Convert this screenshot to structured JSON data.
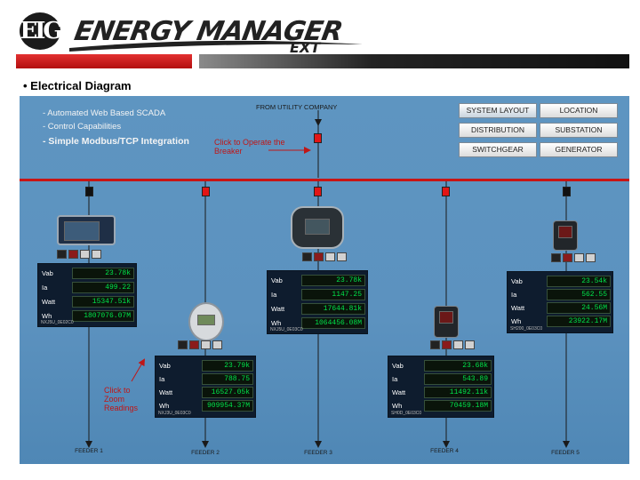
{
  "header": {
    "logo_mark": "EIG",
    "logo_word": "ENERGY MANAGER",
    "logo_sub": "EXT",
    "section_title": "• Electrical Diagram"
  },
  "features": [
    "- Automated Web Based SCADA",
    "- Control Capabilities",
    "- Simple Modbus/TCP Integration"
  ],
  "utility_label": "FROM UTILITY COMPANY",
  "hints": {
    "breaker": "Click to Operate the Breaker",
    "zoom": "Click to Zoom Readings"
  },
  "nav": [
    {
      "label": "SYSTEM LAYOUT",
      "active": true
    },
    {
      "label": "LOCATION"
    },
    {
      "label": "DISTRIBUTION"
    },
    {
      "label": "SUBSTATION"
    },
    {
      "label": "SWITCHGEAR"
    },
    {
      "label": "GENERATOR"
    }
  ],
  "row_labels": [
    "Vab",
    "Ia",
    "Watt",
    "Wh"
  ],
  "meters": [
    {
      "id": "m1",
      "footer": "NXJ5U_0E02C0",
      "values": [
        "23.78k",
        "499.22",
        "15347.51k",
        "1807076.07M"
      ]
    },
    {
      "id": "m2",
      "footer": "NXJ3U_0E03C0",
      "values": [
        "23.79k",
        "788.75",
        "16527.05k",
        "909954.37M"
      ]
    },
    {
      "id": "m3",
      "footer": "NXJ5U_0E03C0",
      "values": [
        "23.78k",
        "1147.25",
        "17644.81k",
        "1064456.08M"
      ]
    },
    {
      "id": "m4",
      "footer": "SH0D_0E03C0",
      "values": [
        "23.68k",
        "543.89",
        "11492.11k",
        "70459.18M"
      ]
    },
    {
      "id": "m5",
      "footer": "SH200_0E03C0",
      "values": [
        "23.54k",
        "562.55",
        "24.56M",
        "23922.17M"
      ]
    }
  ],
  "feeders": [
    "FEEDER 1",
    "FEEDER 2",
    "FEEDER 3",
    "FEEDER 4",
    "FEEDER 5"
  ],
  "colors": {
    "busbar": "#c81414",
    "breaker_closed": "#e31616",
    "breaker_open": "#111111",
    "readout": "#00e34a",
    "diagram_bg": "#5e95c1"
  }
}
